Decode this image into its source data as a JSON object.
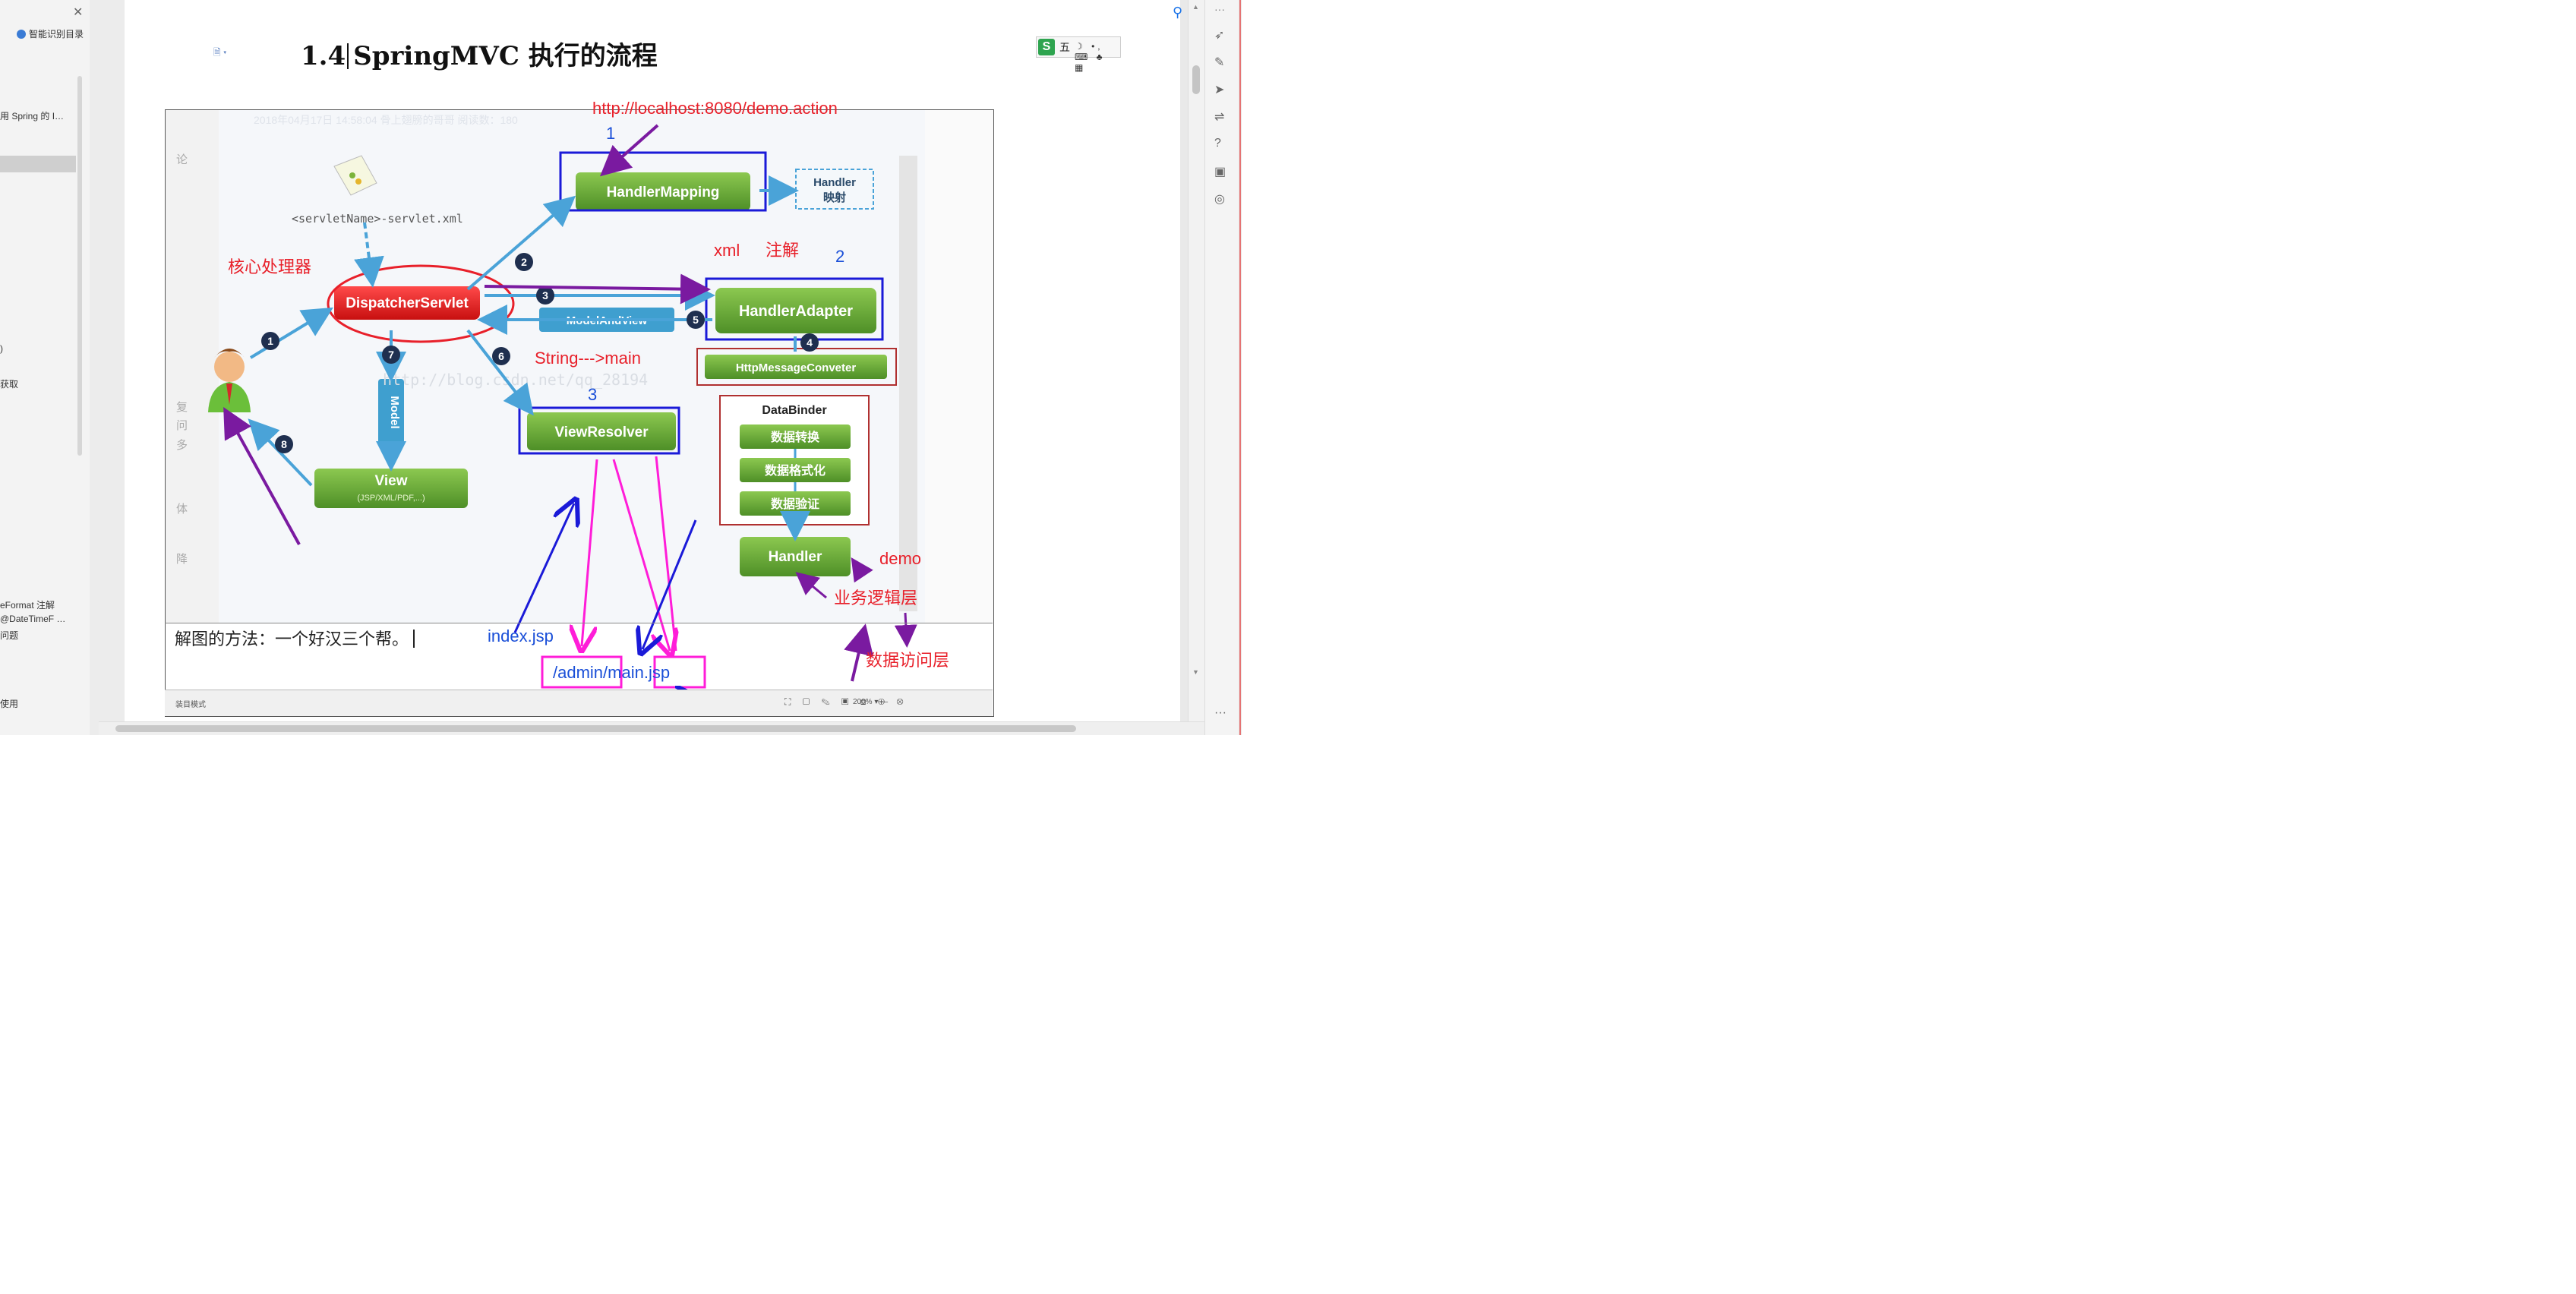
{
  "left_panel": {
    "title": "智能识别目录",
    "items": [
      {
        "label": "用 Spring 的 I…"
      },
      {
        "label": ")"
      },
      {
        "label": "获取"
      },
      {
        "label": "eFormat 注解"
      },
      {
        "label": "@DateTimeF …"
      },
      {
        "label": "问题"
      },
      {
        "label": "使用"
      }
    ]
  },
  "document": {
    "margin_mark": "🗎 ▾",
    "heading_number": "1.4",
    "heading_text": "SpringMVC 执行的流程",
    "caption": "解图的方法：一个好汉三个帮。",
    "ime_logo": "S",
    "ime_mode": "五",
    "ime_icons": "☽ •, ⌨ ♣ ▦",
    "status_left": "装目模式",
    "status_zoom": "200% ▾ —",
    "status_icons": "⛶ ▢ ✎ ▣ ⊡ ⊕ ⊗"
  },
  "diagram": {
    "url_annotation": "http://localhost:8080/demo.action",
    "watermark_line": "2018年04月17日 14:58:04    骨上翅膀的哥哥     阅读数：180",
    "watermark_blog": "http://blog.csdn.net/qq_28194",
    "servlet_xml": "<servletName>-servlet.xml",
    "dispatcher": "DispatcherServlet",
    "handler_mapping": "HandlerMapping",
    "handler_box_line1": "Handler",
    "handler_box_line2": "映射",
    "handler_adapter": "HandlerAdapter",
    "model_and_view": "ModelAndView",
    "http_converter": "HttpMessageConveter",
    "data_binder": "DataBinder",
    "binder_items": [
      "数据转换",
      "数据格式化",
      "数据验证"
    ],
    "handler": "Handler",
    "view_resolver": "ViewResolver",
    "model": "Model",
    "view": "View",
    "view_sub": "(JSP/XML/PDF,...)",
    "steps": [
      "1",
      "2",
      "3",
      "4",
      "5",
      "6",
      "7",
      "8"
    ],
    "annotations": {
      "core_processor": "核心处理器",
      "mark_1": "1",
      "mark_2": "2",
      "mark_3": "3",
      "xml": "xml",
      "annotation": "注解",
      "string_main": "String--->main",
      "demo": "demo",
      "business_layer": "业务逻辑层",
      "data_access_layer": "数据访问层",
      "index_jsp": "index.jsp",
      "admin_main": "/admin/main.jsp"
    },
    "side_chars": [
      "论",
      "复",
      "问",
      "多",
      "体",
      "降"
    ]
  },
  "colors": {
    "red_annotation": "#e8202a",
    "blue_annotation": "#1a4fd8",
    "magenta": "#ff1dd8",
    "purple": "#7a1aa0",
    "green_box": "#5fa834",
    "dispatcher_red": "#e82020",
    "arrow_blue": "#4aa3d8"
  }
}
